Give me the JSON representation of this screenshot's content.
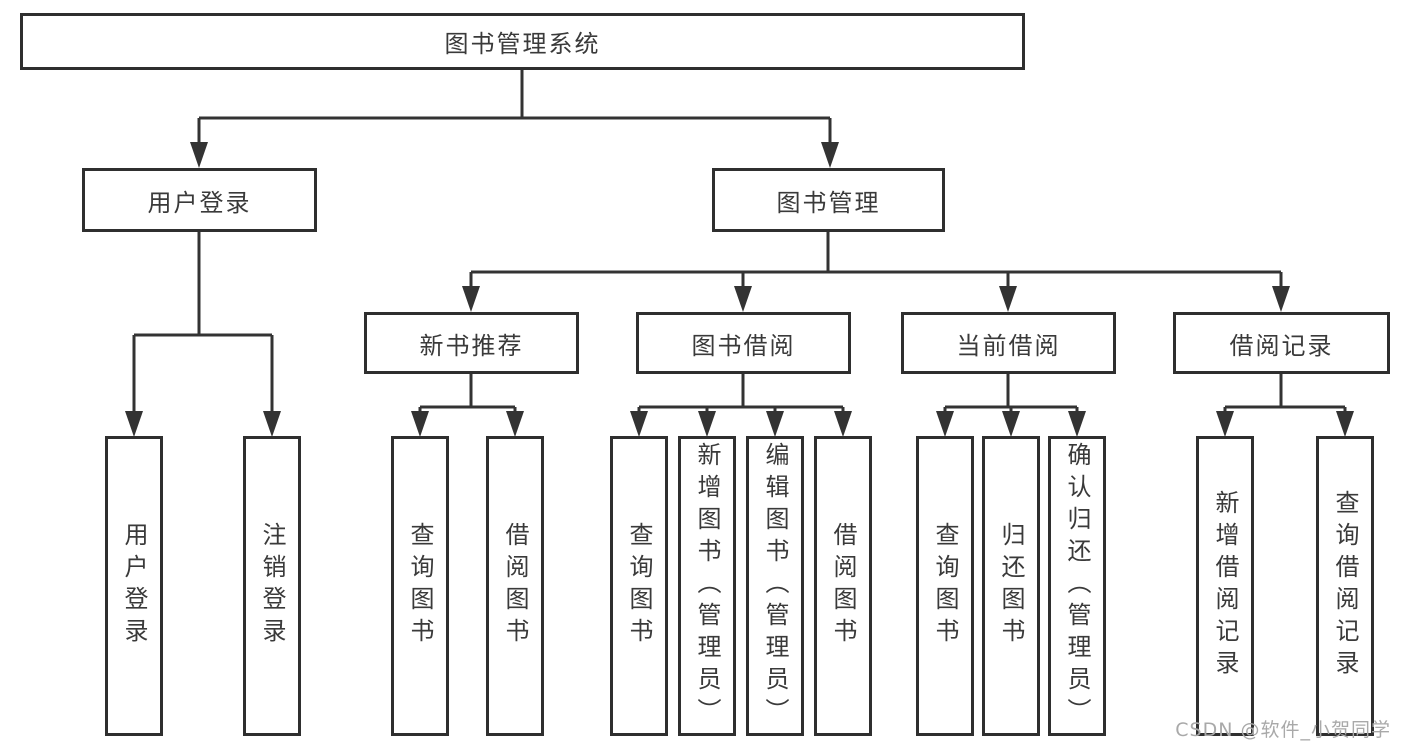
{
  "watermark": "CSDN @软件_小贺同学",
  "colors": {
    "line": "#333333",
    "box_border": "#2f2f2f",
    "box_fill": "#ffffff",
    "text": "#3a3a3a",
    "watermark": "#a9a9a9"
  },
  "tree": {
    "label": "图书管理系统",
    "children": [
      {
        "label": "用户登录",
        "children": [
          {
            "label": "用户登录"
          },
          {
            "label": "注销登录"
          }
        ]
      },
      {
        "label": "图书管理",
        "children": [
          {
            "label": "新书推荐",
            "children": [
              {
                "label": "查询图书"
              },
              {
                "label": "借阅图书"
              }
            ]
          },
          {
            "label": "图书借阅",
            "children": [
              {
                "label": "查询图书"
              },
              {
                "label": "新增图书（管理员）"
              },
              {
                "label": "编辑图书（管理员）"
              },
              {
                "label": "借阅图书"
              }
            ]
          },
          {
            "label": "当前借阅",
            "children": [
              {
                "label": "查询图书"
              },
              {
                "label": "归还图书"
              },
              {
                "label": "确认归还（管理员）"
              }
            ]
          },
          {
            "label": "借阅记录",
            "children": [
              {
                "label": "新增借阅记录"
              },
              {
                "label": "查询借阅记录"
              }
            ]
          }
        ]
      }
    ]
  }
}
